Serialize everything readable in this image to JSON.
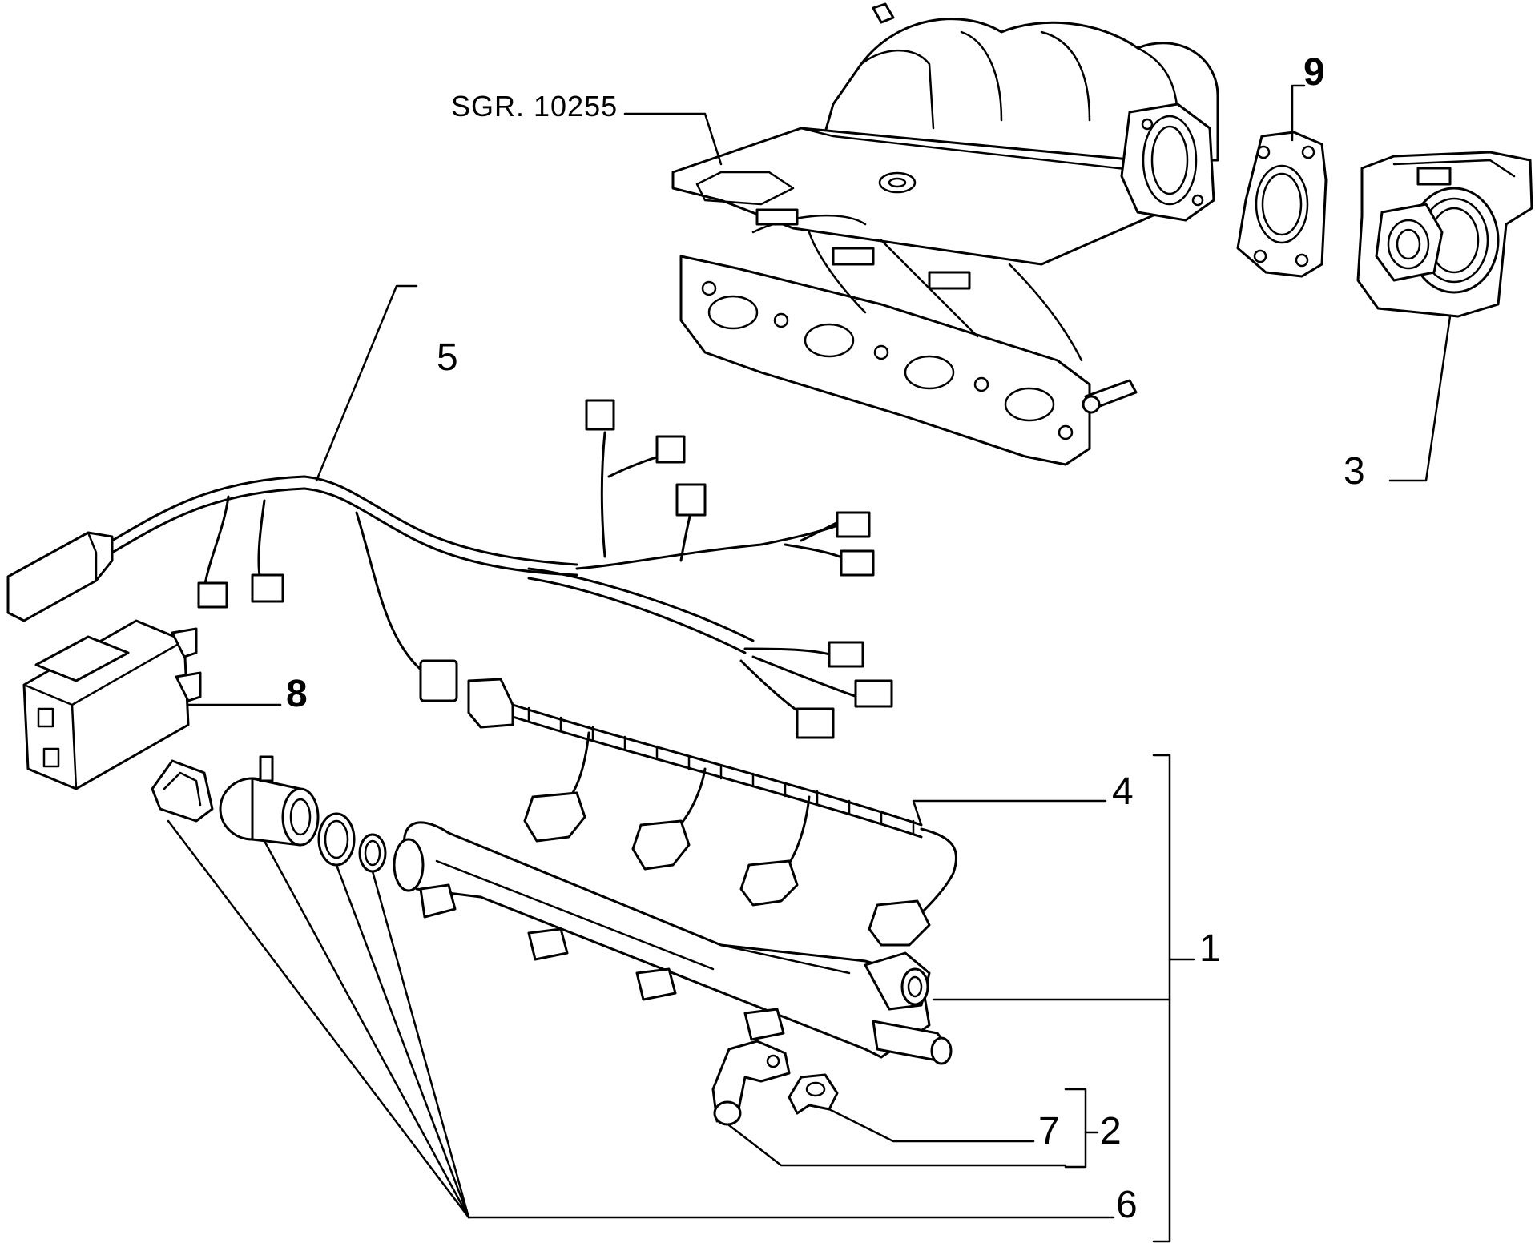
{
  "diagram": {
    "reference_label": "SGR. 10255",
    "callouts": [
      {
        "id": "c1",
        "text": "1"
      },
      {
        "id": "c2",
        "text": "2"
      },
      {
        "id": "c3",
        "text": "3"
      },
      {
        "id": "c4",
        "text": "4"
      },
      {
        "id": "c5",
        "text": "5"
      },
      {
        "id": "c6",
        "text": "6"
      },
      {
        "id": "c7",
        "text": "7"
      },
      {
        "id": "c8",
        "text": "8"
      },
      {
        "id": "c9",
        "text": "9"
      }
    ],
    "colors": {
      "line": "#000000",
      "background": "#ffffff"
    }
  }
}
